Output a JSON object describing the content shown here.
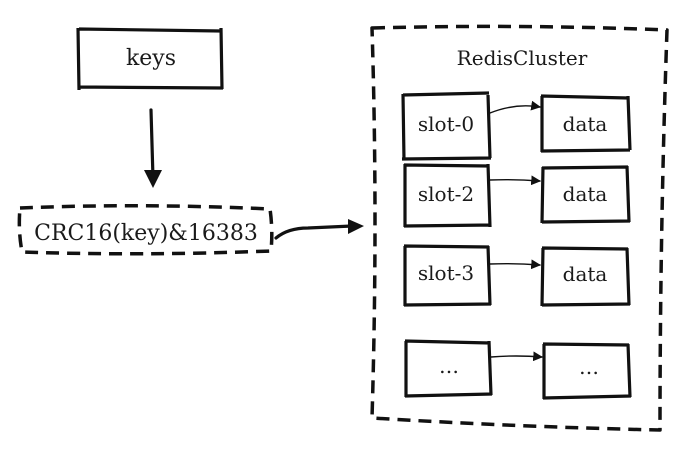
{
  "diagram": {
    "keys_label": "keys",
    "hash_label": "CRC16(key)&16383",
    "cluster_label": "RedisCluster",
    "slots": [
      {
        "slot": "slot-0",
        "data": "data"
      },
      {
        "slot": "slot-2",
        "data": "data"
      },
      {
        "slot": "slot-3",
        "data": "data"
      },
      {
        "slot": "…",
        "data": "…"
      }
    ]
  }
}
